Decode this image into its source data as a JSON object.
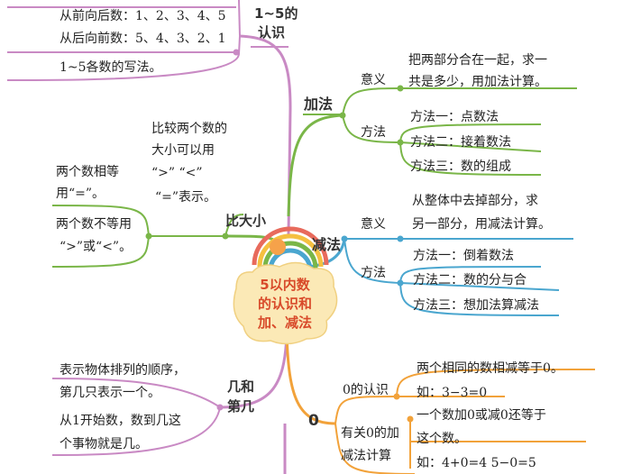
{
  "center": {
    "line1": "5以内数",
    "line2": "的认识和",
    "line3": "加、减法"
  },
  "topic_recognize": {
    "title": "1~5的认识",
    "title_line1": "1~5的",
    "title_line2": "认识",
    "items": [
      "从前向后数：1、2、3、4、5",
      "从后向前数：5、4、3、2、1",
      "1~5各数的写法。"
    ]
  },
  "topic_add": {
    "title": "加法",
    "meaning_label": "意义",
    "meaning_text": [
      "把两部分合在一起，求一",
      "共是多少，用加法计算。"
    ],
    "method_label": "方法",
    "methods": [
      "方法一：点数法",
      "方法二：接着数法",
      "方法三：数的组成"
    ]
  },
  "topic_compare": {
    "title": "比大小",
    "desc": [
      "比较两个数的",
      "大小可以用",
      "“>”  “<”",
      "“=”表示。"
    ],
    "equal": [
      "两个数相等",
      "用“=”。"
    ],
    "unequal": [
      "两个数不等用",
      "“>”或“<”。"
    ]
  },
  "topic_sub": {
    "title": "减法",
    "meaning_label": "意义",
    "meaning_text": [
      "从整体中去掉部分，求",
      "另一部分，用减法计算。"
    ],
    "method_label": "方法",
    "methods": [
      "方法一：倒着数法",
      "方法二：数的分与合",
      "方法三：想加法算减法"
    ]
  },
  "topic_ordinal": {
    "title": "几和第几",
    "title_line1": "几和",
    "title_line2": "第几",
    "items": [
      "表示物体排列的顺序，",
      "第几只表示一个。",
      "从1开始数，数到几这",
      "个事物就是几。"
    ]
  },
  "topic_zero": {
    "title": "0",
    "recognize_label": "0的认识",
    "recognize_items": [
      "两个相同的数相减等于0。",
      "如：3−3=0"
    ],
    "calc_label_1": "有关0的加",
    "calc_label_2": "减法计算",
    "calc_items": [
      "一个数加0或减0还等于",
      "这个数。",
      "如：4+0=4     5−0=5"
    ]
  },
  "colors": {
    "pink": "#c98ac4",
    "green": "#7ab648",
    "teal": "#4aa6cf",
    "orange": "#f2a23a",
    "center": "#fbe9b6",
    "center_text": "#d84a2a"
  }
}
